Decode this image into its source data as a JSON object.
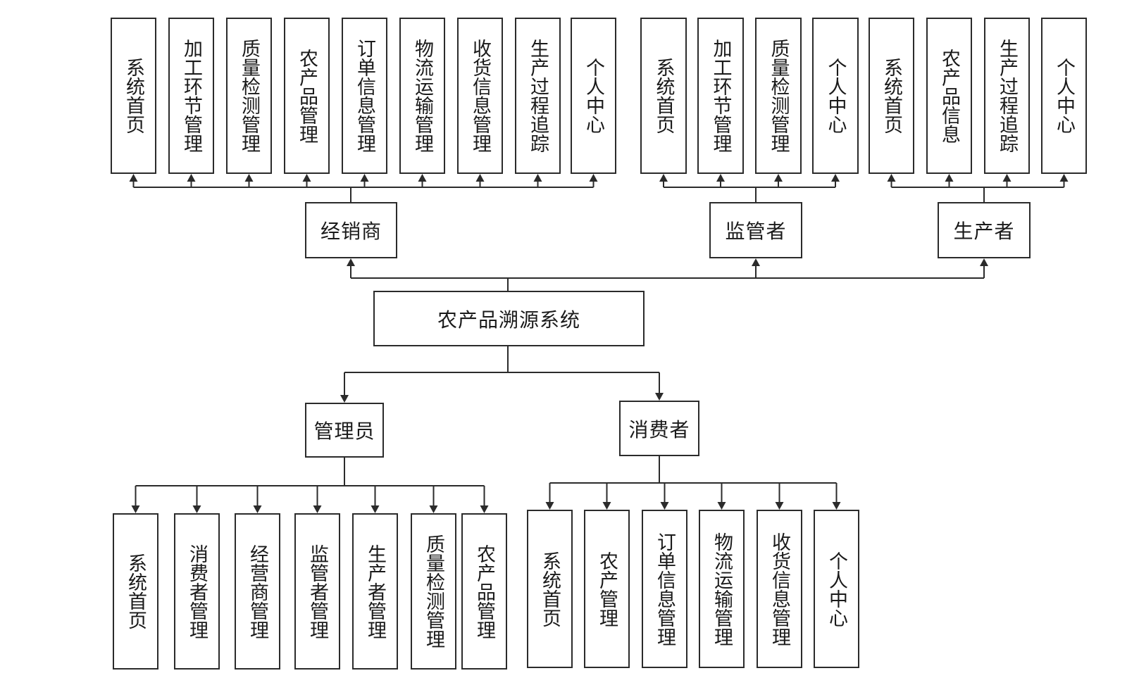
{
  "diagram": {
    "root": {
      "id": "root",
      "label": "农产品溯源系统"
    },
    "roles": [
      {
        "id": "dealer",
        "label": "经销商",
        "direction": "up",
        "children": [
          "系统首页",
          "加工环节管理",
          "质量检测管理",
          "农产品管理",
          "订单信息管理",
          "物流运输管理",
          "收货信息管理",
          "生产过程追踪",
          "个人中心"
        ]
      },
      {
        "id": "regulator",
        "label": "监管者",
        "direction": "up",
        "children": [
          "系统首页",
          "加工环节管理",
          "质量检测管理",
          "个人中心"
        ]
      },
      {
        "id": "producer",
        "label": "生产者",
        "direction": "up",
        "children": [
          "系统首页",
          "农产品信息",
          "生产过程追踪",
          "个人中心"
        ]
      },
      {
        "id": "admin",
        "label": "管理员",
        "direction": "down",
        "children": [
          "系统首页",
          "消费者管理",
          "经营商管理",
          "监管者管理",
          "生产者管理",
          "质量检测管理",
          "农产品管理"
        ]
      },
      {
        "id": "consumer",
        "label": "消费者",
        "direction": "down",
        "children": [
          "系统首页",
          "农产管理",
          "订单信息管理",
          "物流运输管理",
          "收货信息管理",
          "个人中心"
        ]
      }
    ],
    "colors": {
      "line": "#2b2b2b",
      "background": "#ffffff"
    }
  }
}
